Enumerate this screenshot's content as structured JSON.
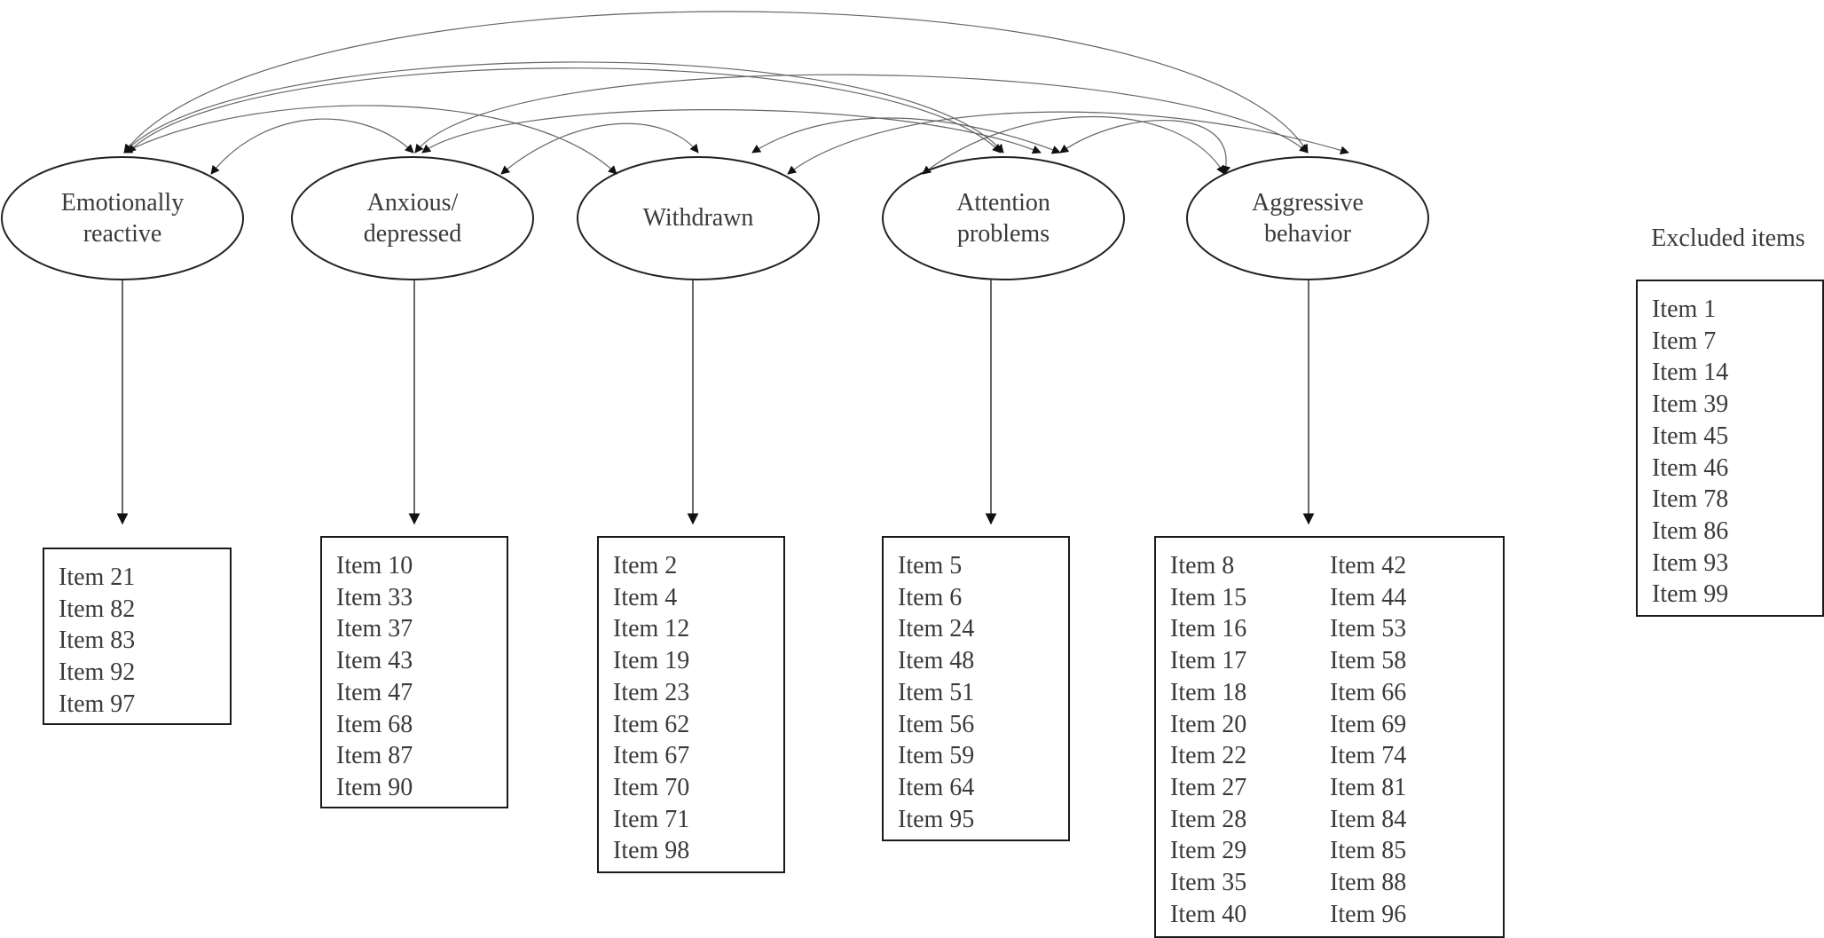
{
  "factors": [
    {
      "id": "emotionally-reactive",
      "line1": "Emotionally",
      "line2": "reactive",
      "items": [
        "Item 21",
        "Item 82",
        "Item 83",
        "Item 92",
        "Item 97"
      ]
    },
    {
      "id": "anxious-depressed",
      "line1": "Anxious/",
      "line2": "depressed",
      "items": [
        "Item 10",
        "Item 33",
        "Item 37",
        "Item 43",
        "Item 47",
        "Item 68",
        "Item 87",
        "Item 90"
      ]
    },
    {
      "id": "withdrawn",
      "line1": "Withdrawn",
      "line2": "",
      "items": [
        "Item 2",
        "Item 4",
        "Item 12",
        "Item 19",
        "Item 23",
        "Item 62",
        "Item 67",
        "Item 70",
        "Item 71",
        "Item 98"
      ]
    },
    {
      "id": "attention-problems",
      "line1": "Attention",
      "line2": "problems",
      "items": [
        "Item 5",
        "Item 6",
        "Item 24",
        "Item 48",
        "Item 51",
        "Item 56",
        "Item 59",
        "Item 64",
        "Item 95"
      ]
    },
    {
      "id": "aggressive-behavior",
      "line1": "Aggressive",
      "line2": "behavior",
      "items_col1": [
        "Item 8",
        "Item 15",
        "Item 16",
        "Item 17",
        "Item 18",
        "Item 20",
        "Item 22",
        "Item 27",
        "Item 28",
        "Item 29",
        "Item 35",
        "Item 40"
      ],
      "items_col2": [
        "Item 42",
        "Item 44",
        "Item 53",
        "Item 58",
        "Item 66",
        "Item 69",
        "Item 74",
        "Item 81",
        "Item 84",
        "Item 85",
        "Item 88",
        "Item 96"
      ]
    }
  ],
  "excluded": {
    "title": "Excluded items",
    "items": [
      "Item 1",
      "Item 7",
      "Item 14",
      "Item 39",
      "Item 45",
      "Item 46",
      "Item 78",
      "Item 86",
      "Item 93",
      "Item 99"
    ]
  }
}
